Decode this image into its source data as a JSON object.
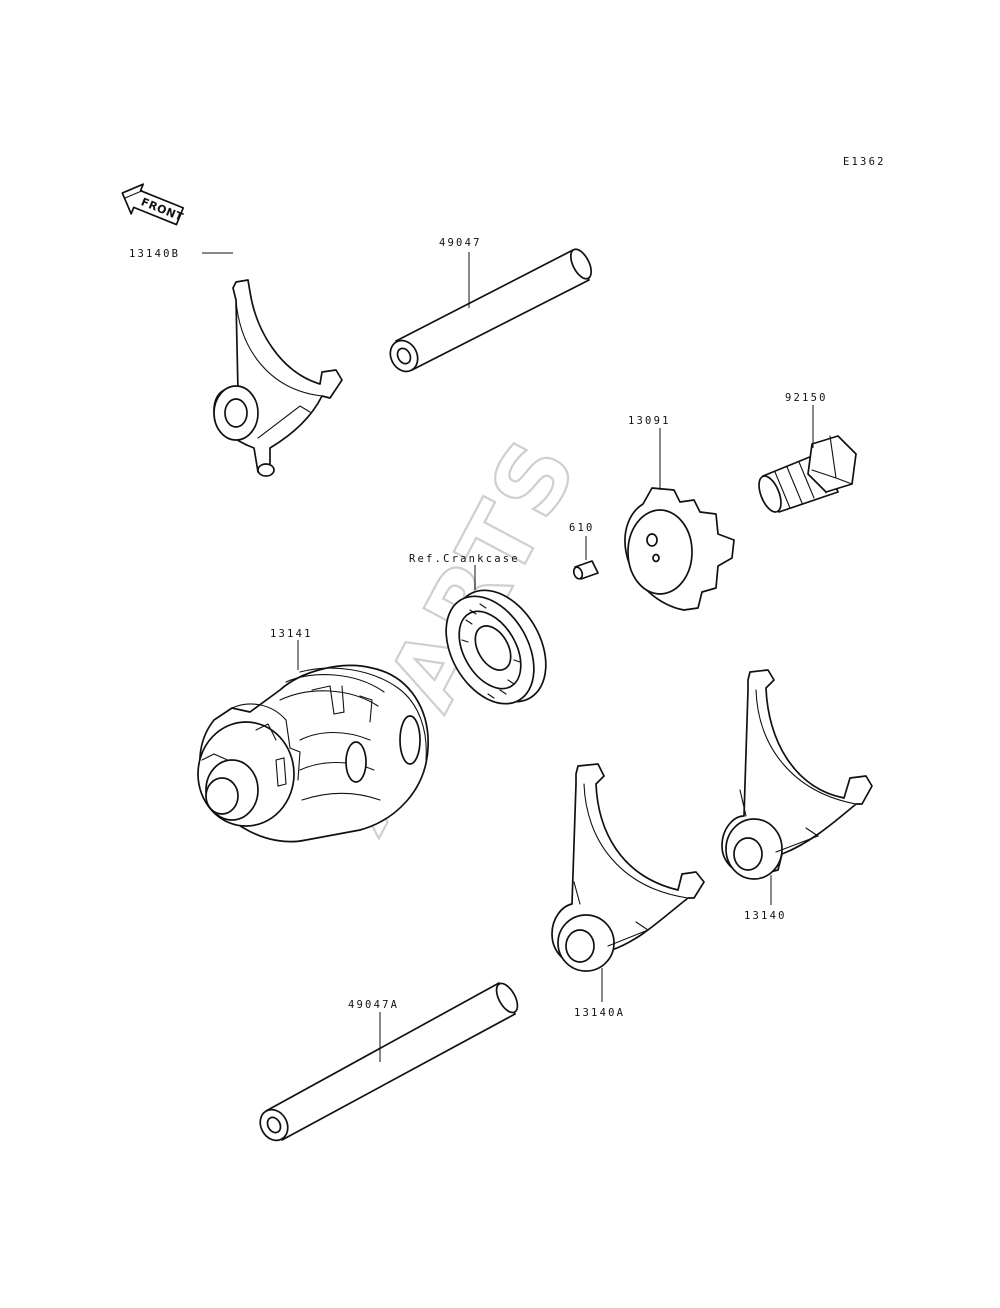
{
  "diagram_id": "E1362",
  "front_label": "FRONT",
  "watermark": "XPARTS",
  "parts": {
    "shaft_upper": "49047",
    "shaft_lower": "49047A",
    "fork_b": "13140B",
    "fork_a": "13140A",
    "fork": "13140",
    "drum": "13141",
    "crankcase_ref": "Ref.Crankcase",
    "pin": "610",
    "cam_plate": "13091",
    "bolt": "92150"
  },
  "colors": {
    "ink": "#111111",
    "watermark": "#cfcfcf",
    "background": "#ffffff"
  }
}
